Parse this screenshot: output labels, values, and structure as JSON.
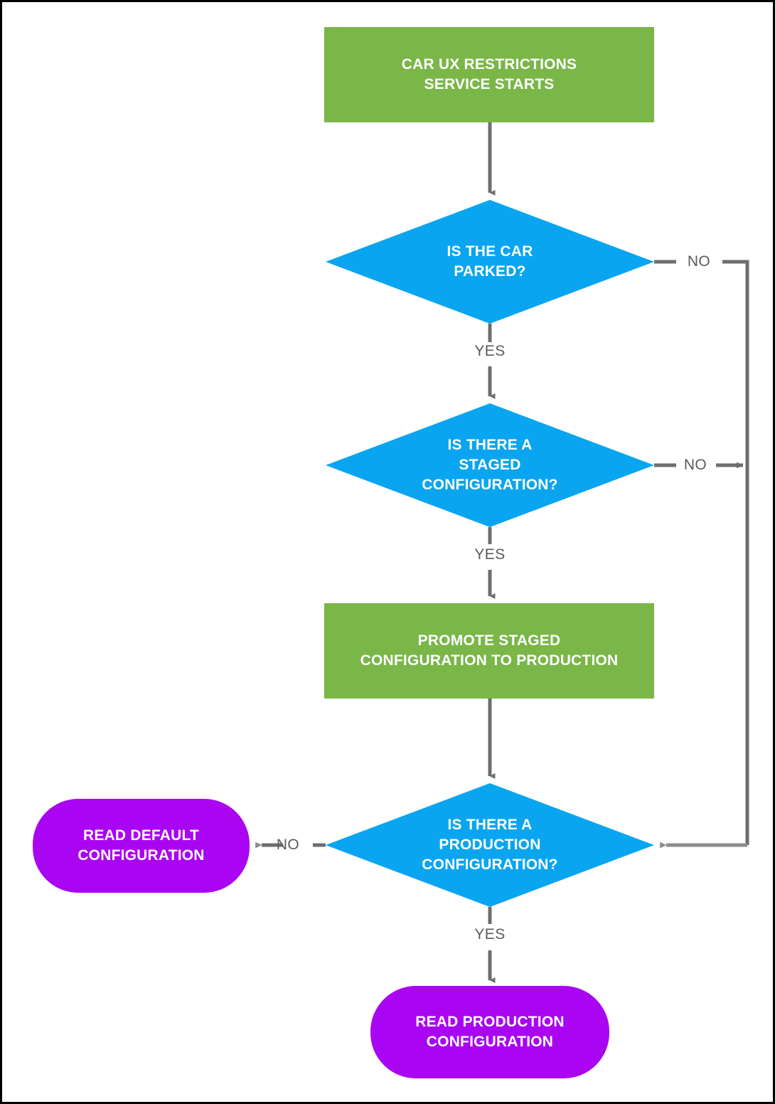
{
  "diagram": {
    "title": "Car UX Restrictions configuration flow",
    "type": "flowchart",
    "background": "#ffffff",
    "border_color": "#000000",
    "colors": {
      "green": "#7ab648",
      "blue": "#0aa5f0",
      "purple": "#aa05f2",
      "edge": "#6e6e6e",
      "label_text": "#5a5a5a",
      "node_text": "#ffffff"
    }
  },
  "nodes": {
    "start": {
      "id": "start",
      "shape": "rectangle",
      "color": "#7ab648",
      "text": "CAR UX RESTRICTIONS\nSERVICE STARTS"
    },
    "decision_parked": {
      "id": "decision_parked",
      "shape": "diamond",
      "color": "#0aa5f0",
      "text": "IS THE CAR\nPARKED?"
    },
    "decision_staged": {
      "id": "decision_staged",
      "shape": "diamond",
      "color": "#0aa5f0",
      "text": "IS THERE A\nSTAGED\nCONFIGURATION?"
    },
    "promote": {
      "id": "promote",
      "shape": "rectangle",
      "color": "#7ab648",
      "text": "PROMOTE STAGED\nCONFIGURATION TO PRODUCTION"
    },
    "decision_production": {
      "id": "decision_production",
      "shape": "diamond",
      "color": "#0aa5f0",
      "text": "IS THERE A\nPRODUCTION\nCONFIGURATION?"
    },
    "read_default": {
      "id": "read_default",
      "shape": "rounded-rectangle",
      "color": "#aa05f2",
      "text": "READ DEFAULT\nCONFIGURATION"
    },
    "read_production": {
      "id": "read_production",
      "shape": "rounded-rectangle",
      "color": "#aa05f2",
      "text": "READ PRODUCTION\nCONFIGURATION"
    }
  },
  "edges": [
    {
      "id": "e1",
      "from": "start",
      "to": "decision_parked",
      "label": ""
    },
    {
      "id": "e2",
      "from": "decision_parked",
      "to": "decision_staged",
      "label": "YES"
    },
    {
      "id": "e3",
      "from": "decision_parked",
      "to": "decision_production",
      "label": "NO"
    },
    {
      "id": "e4",
      "from": "decision_staged",
      "to": "promote",
      "label": "YES"
    },
    {
      "id": "e5",
      "from": "decision_staged",
      "to": "decision_production",
      "label": "NO"
    },
    {
      "id": "e6",
      "from": "promote",
      "to": "decision_production",
      "label": ""
    },
    {
      "id": "e7",
      "from": "decision_production",
      "to": "read_default",
      "label": "NO"
    },
    {
      "id": "e8",
      "from": "decision_production",
      "to": "read_production",
      "label": "YES"
    }
  ],
  "edge_labels": {
    "yes_parked": "YES",
    "no_parked": "NO",
    "yes_staged": "YES",
    "no_staged": "NO",
    "no_production": "NO",
    "yes_production": "YES"
  }
}
